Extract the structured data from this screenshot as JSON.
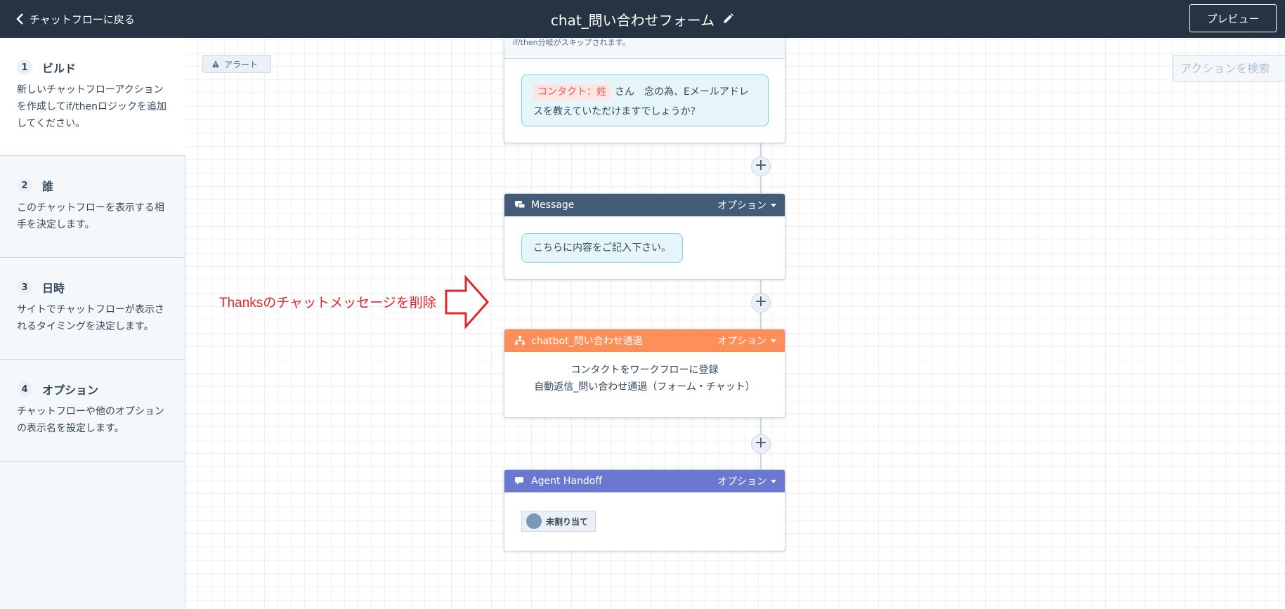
{
  "topbar": {
    "back_label": "チャットフローに戻る",
    "title": "chat_問い合わせフォーム",
    "preview_label": "プレビュー"
  },
  "sidebar": {
    "steps": [
      {
        "num": "1",
        "title": "ビルド",
        "desc": "新しいチャットフローアクションを作成してif/thenロジックを追加してください。"
      },
      {
        "num": "2",
        "title": "誰",
        "desc": "このチャットフローを表示する相手を決定します。"
      },
      {
        "num": "3",
        "title": "日時",
        "desc": "サイトでチャットフローが表示されるタイミングを決定します。"
      },
      {
        "num": "4",
        "title": "オプション",
        "desc": "チャットフローや他のオプションの表示名を設定します。"
      }
    ]
  },
  "canvas": {
    "alert_label": "アラート",
    "search_placeholder": "アクションを検索",
    "top_card": {
      "skip_note": "if/then分岐がスキップされます。",
      "token": "コンタクト：姓",
      "message": "さん　念の為、Eメールアドレスを教えていただけますでしょうか？"
    },
    "message_card": {
      "header": "Message",
      "options": "オプション",
      "text": "こちらに内容をご記入下さい。"
    },
    "workflow_card": {
      "header": "chatbot_問い合わせ通過",
      "options": "オプション",
      "line1": "コンタクトをワークフローに登録",
      "line2": "自動返信_問い合わせ通過（フォーム・チャット）"
    },
    "agent_card": {
      "header": "Agent Handoff",
      "options": "オプション",
      "assignee": "未割り当て"
    },
    "plus_symbol": "+",
    "annotation": "Thanksのチャットメッセージを削除"
  },
  "colors": {
    "topbar": "#253342",
    "message_header": "#425b76",
    "workflow_header": "#ff8f59",
    "agent_header": "#6a78d1",
    "annotation": "#e3262b"
  }
}
